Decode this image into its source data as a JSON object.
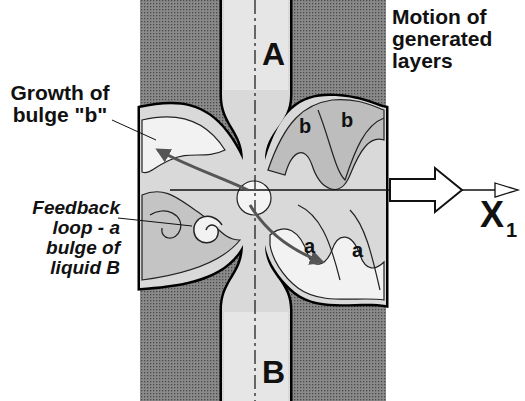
{
  "diagram": {
    "labels": [
      "A",
      "Growth of bulge \"b\"",
      "Motion of generated layers",
      "b",
      "b",
      "Feedback loop - a bulge of liquid B",
      "a",
      "a",
      "X",
      "1",
      "B"
    ]
  }
}
